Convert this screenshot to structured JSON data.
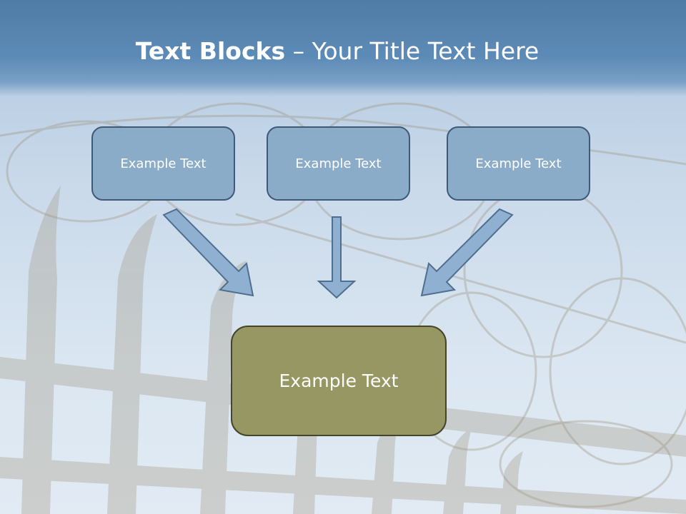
{
  "title": {
    "bold": "Text Blocks",
    "separator": " – ",
    "rest": "Your Title Text Here"
  },
  "blocks": {
    "left": "Example Text",
    "center": "Example Text",
    "right": "Example Text",
    "result": "Example Text"
  },
  "colors": {
    "header": "#5d8bb7",
    "top_box_fill": "#8bacc9",
    "top_box_border": "#3d5b78",
    "result_box_fill": "#979763",
    "result_box_border": "#45452c",
    "arrow_fill": "#8fb0d0",
    "arrow_stroke": "#4e6f8f"
  }
}
